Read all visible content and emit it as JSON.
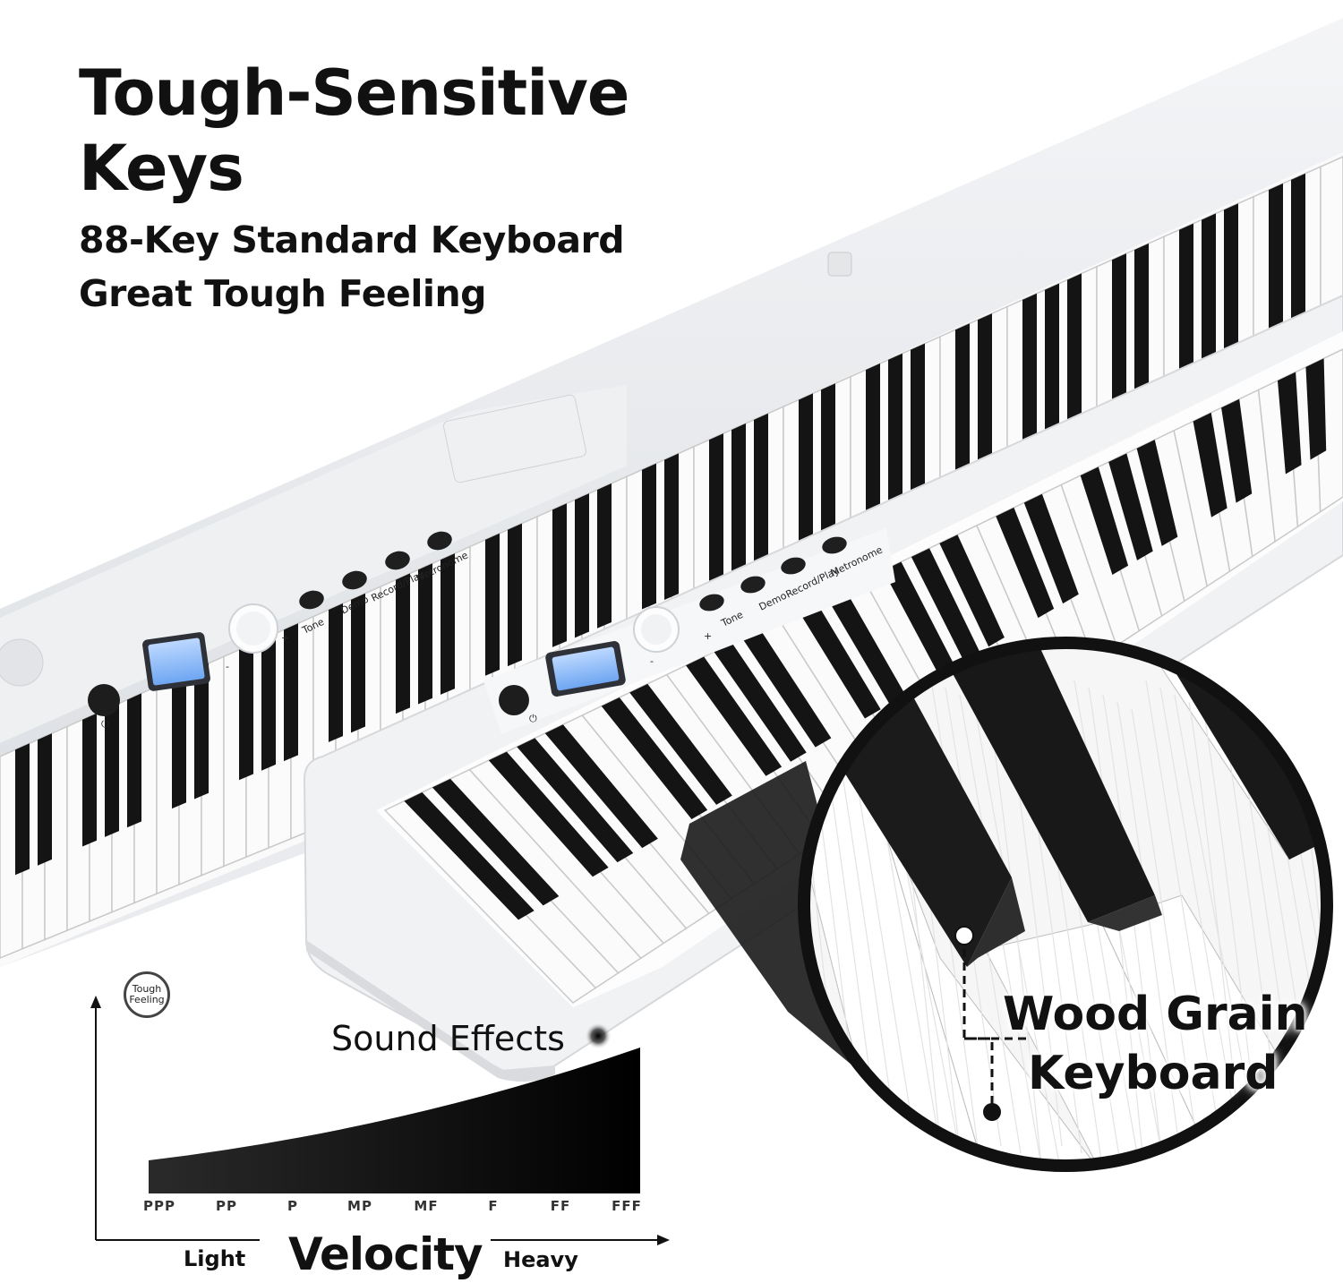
{
  "headline": {
    "title_line1": "Tough-Sensitive",
    "title_line2": "Keys",
    "subtitle_line1": "88-Key Standard Keyboard",
    "subtitle_line2": "Great Tough Feeling"
  },
  "control_panel": {
    "buttons": [
      "Tone",
      "Demo",
      "Record/Play",
      "Metronome"
    ],
    "volume_minus": "-",
    "volume_plus": "+",
    "power_icon": "power-icon"
  },
  "callout": {
    "line1": "Wood Grain",
    "line2": "Keyboard"
  },
  "velocity_graph": {
    "badge_line1": "Tough",
    "badge_line2": "Feeling",
    "curve_label": "Sound Effects",
    "dynamics": [
      "PPP",
      "PP",
      "P",
      "MP",
      "MF",
      "F",
      "FF",
      "FFF"
    ],
    "left_label": "Light",
    "axis_title": "Velocity",
    "right_label": "Heavy"
  }
}
